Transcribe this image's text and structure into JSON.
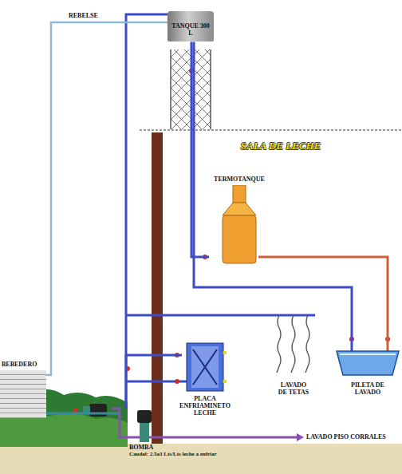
{
  "diagram": {
    "nodes": [
      {
        "text": [
          "TANQUE 300 L"
        ]
      },
      {
        "text": [
          "TERMOTANQUE"
        ]
      },
      {
        "text": [
          "BEBEDERO"
        ]
      },
      {
        "text": [
          "PLACA ENFRIAMINETO LECHE"
        ]
      },
      {
        "text": [
          "PILETA DE LAVADO"
        ]
      },
      {
        "text": [
          "BOMBA",
          "Caudal: 2.5a3 Lts/Lts leche a enfriar"
        ]
      }
    ],
    "edges": [
      {
        "from": 5,
        "to": 0,
        "arrow": "none"
      },
      {
        "from": 0,
        "to": 1,
        "arrow": "none"
      },
      {
        "from": 0,
        "to": 4,
        "arrow": "none"
      },
      {
        "from": 1,
        "to": 4,
        "arrow": "none"
      },
      {
        "from": 0,
        "to": 2,
        "label": "REBELSE",
        "arrow": "none"
      },
      {
        "from": 5,
        "to": 3,
        "arrow": "none"
      },
      {
        "from": 5,
        "to": 2,
        "arrow": "none"
      }
    ],
    "labels": [
      "SALA DE LECHE",
      "LAVADO DE TETAS",
      "LAVADO PISO CORRALES"
    ]
  }
}
